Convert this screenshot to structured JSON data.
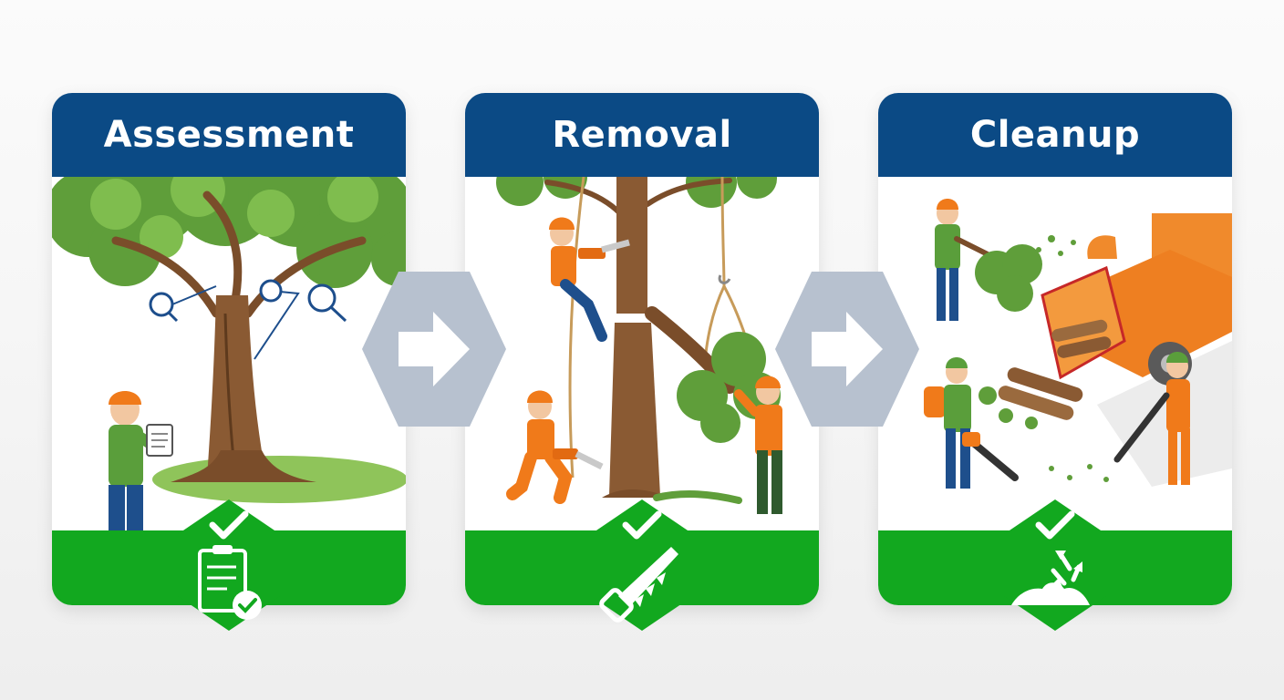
{
  "steps": [
    {
      "title": "Assessment",
      "illustration": "arborist-inspecting-tree",
      "badge_icon": "clipboard-check-icon"
    },
    {
      "title": "Removal",
      "illustration": "climber-cutting-tree",
      "badge_icon": "hand-saw-icon"
    },
    {
      "title": "Cleanup",
      "illustration": "crew-chipping-debris",
      "badge_icon": "recycle-pile-icon"
    }
  ],
  "colors": {
    "header_blue": "#0b4a85",
    "footer_green": "#12a81f",
    "arrow_gray": "#b7c1cf",
    "safety_orange": "#f07a1a"
  }
}
